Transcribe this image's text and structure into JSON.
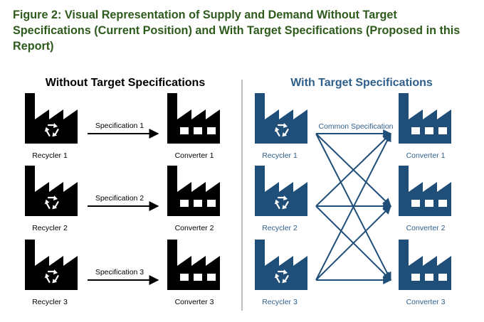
{
  "caption": "Figure 2: Visual Representation of Supply and Demand Without Target Specifications (Current Position) and With Target Specifications (Proposed in this Report)",
  "left_panel": {
    "title": "Without Target Specifications",
    "recyclers": [
      "Recycler 1",
      "Recycler 2",
      "Recycler 3"
    ],
    "converters": [
      "Converter 1",
      "Converter 2",
      "Converter 3"
    ],
    "arrow_labels": [
      "Specification 1",
      "Specification 2",
      "Specification 3"
    ]
  },
  "right_panel": {
    "title": "With Target Specifications",
    "recyclers": [
      "Recycler 1",
      "Recycler 2",
      "Recycler 3"
    ],
    "converters": [
      "Converter 1",
      "Converter 2",
      "Converter 3"
    ],
    "common_label": "Common Specification"
  },
  "colors": {
    "caption": "#2e5a1c",
    "left_icons": "#000000",
    "right_icons": "#1f4e79",
    "right_text": "#2e5f8a",
    "divider": "#7f7f7f"
  },
  "icons": {
    "recycler": "factory-recycle-icon",
    "converter": "factory-windows-icon"
  }
}
